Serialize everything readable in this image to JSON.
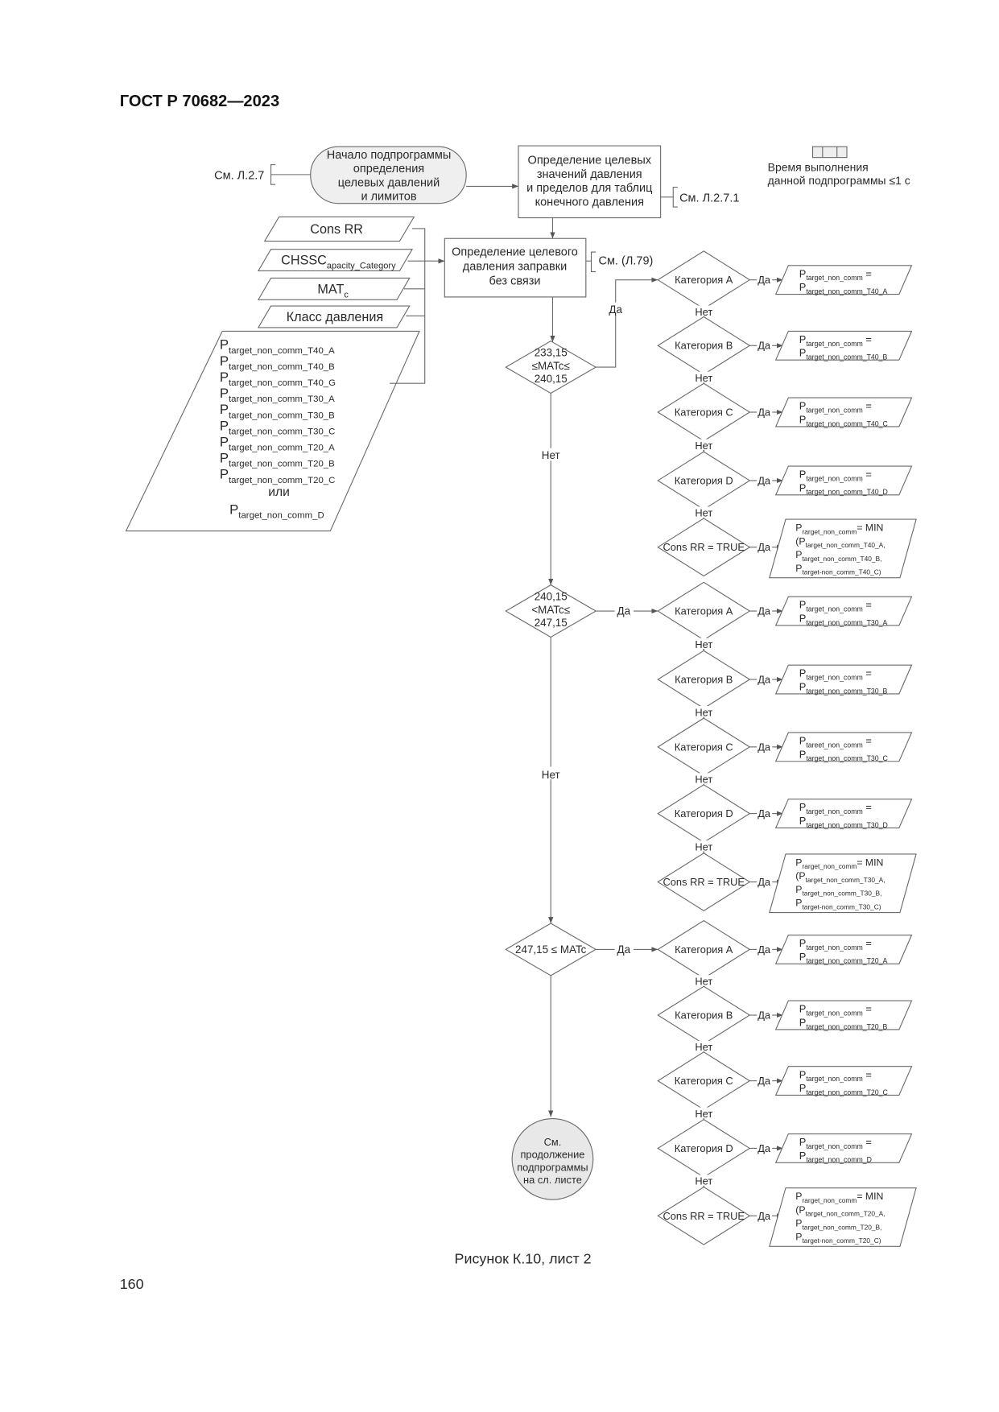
{
  "header": {
    "title": "ГОСТ Р 70682—2023"
  },
  "start": {
    "lines": [
      "Начало подпрограммы",
      "определения",
      "целевых давлений",
      "и лимитов"
    ],
    "ref": "См. Л.2.7"
  },
  "box1": {
    "lines": [
      "Определение целевых",
      "значений давления",
      "и пределов для таблиц",
      "конечного давления"
    ],
    "ref": "См. Л.2.7.1"
  },
  "legend": {
    "lines": [
      "Время выполнения",
      "данной подпрограммы ≤1 с"
    ]
  },
  "box2": {
    "lines": [
      "Определение целевого",
      "давления заправки",
      "без связи"
    ],
    "ref": "См. (Л.79)"
  },
  "inputs": [
    [
      {
        "t": "Cons RR"
      }
    ],
    [
      {
        "t": "CHSSC"
      },
      {
        "s": "apacity_Category"
      }
    ],
    [
      {
        "t": "MAT"
      },
      {
        "s": "c"
      }
    ],
    [
      {
        "t": "Класс давления"
      }
    ]
  ],
  "param_list": {
    "items": [
      [
        {
          "t": "P"
        },
        {
          "s": "target_non_comm_T40_A"
        }
      ],
      [
        {
          "t": "P"
        },
        {
          "s": "target_non_comm_T40_B"
        }
      ],
      [
        {
          "t": "P"
        },
        {
          "s": "target_non_comm_T40_G"
        }
      ],
      [
        {
          "t": "P"
        },
        {
          "s": "target_non_comm_T30_A"
        }
      ],
      [
        {
          "t": "P"
        },
        {
          "s": "target_non_comm_T30_B"
        }
      ],
      [
        {
          "t": "P"
        },
        {
          "s": "target_non_comm_T30_C"
        }
      ],
      [
        {
          "t": "P"
        },
        {
          "s": "target_non_comm_T20_A"
        }
      ],
      [
        {
          "t": "P"
        },
        {
          "s": "target_non_comm_T20_B"
        }
      ],
      [
        {
          "t": "P"
        },
        {
          "s": "target_non_comm_T20_C"
        }
      ]
    ],
    "or": "или",
    "last": [
      {
        "t": "P"
      },
      {
        "s": "target_non_comm_D"
      }
    ]
  },
  "labels": {
    "yes": "Да",
    "no": "Нет"
  },
  "range_checks": [
    {
      "lines": [
        "233,15",
        "≤MATc≤",
        "240,15"
      ]
    },
    {
      "lines": [
        "240,15",
        "<MATc≤",
        "247,15"
      ]
    },
    {
      "lines": [
        "247,15 ≤ MATc"
      ]
    }
  ],
  "groups": [
    {
      "decisions": [
        "Категория A",
        "Категория B",
        "Категория C",
        "Категория D",
        "Cons RR = TRUE"
      ],
      "outputs": [
        [
          [
            {
              "t": "P"
            },
            {
              "s": "target_non_comm"
            },
            {
              "t": " ="
            }
          ],
          [
            {
              "t": "P"
            },
            {
              "s": "target_non_comm_T40_A"
            }
          ]
        ],
        [
          [
            {
              "t": "P"
            },
            {
              "s": "target_non_comm"
            },
            {
              "t": " ="
            }
          ],
          [
            {
              "t": "P"
            },
            {
              "s": "target_non_comm_T40_B"
            }
          ]
        ],
        [
          [
            {
              "t": "P"
            },
            {
              "s": "target_non_comm"
            },
            {
              "t": " ="
            }
          ],
          [
            {
              "t": "P"
            },
            {
              "s": "target_non_comm_T40_C"
            }
          ]
        ],
        [
          [
            {
              "t": "P"
            },
            {
              "s": "target_non_comm"
            },
            {
              "t": " ="
            }
          ],
          [
            {
              "t": "P"
            },
            {
              "s": "target_non_comm_T40_D"
            }
          ]
        ],
        [
          [
            {
              "t": "P"
            },
            {
              "s": "rarget_non_comm"
            },
            {
              "t": "= MIN"
            }
          ],
          [
            {
              "t": "(P"
            },
            {
              "s": "target_non_comm_T40_A,"
            }
          ],
          [
            {
              "t": "P"
            },
            {
              "s": "target_non_comm_T40_B,"
            }
          ],
          [
            {
              "t": "P"
            },
            {
              "s": "target-non_comm_T40_C)"
            }
          ]
        ]
      ]
    },
    {
      "decisions": [
        "Категория A",
        "Категория B",
        "Категория C",
        "Категория D",
        "Cons RR = TRUE"
      ],
      "outputs": [
        [
          [
            {
              "t": "P"
            },
            {
              "s": "target_non_comm"
            },
            {
              "t": " ="
            }
          ],
          [
            {
              "t": "P"
            },
            {
              "s": "target_non_comm_T30_A"
            }
          ]
        ],
        [
          [
            {
              "t": "P"
            },
            {
              "s": "target_non_comm"
            },
            {
              "t": " ="
            }
          ],
          [
            {
              "t": "P"
            },
            {
              "s": "target_non_comm_T30_B"
            }
          ]
        ],
        [
          [
            {
              "t": "P"
            },
            {
              "s": "tareet_non_comm"
            },
            {
              "t": " ="
            }
          ],
          [
            {
              "t": "P"
            },
            {
              "s": "target_non_comm_T30_C"
            }
          ]
        ],
        [
          [
            {
              "t": "P"
            },
            {
              "s": "target_non_comm"
            },
            {
              "t": " ="
            }
          ],
          [
            {
              "t": "P"
            },
            {
              "s": "target_non_comm_T30_D"
            }
          ]
        ],
        [
          [
            {
              "t": "P"
            },
            {
              "s": "rarget_non_comm"
            },
            {
              "t": "= MIN"
            }
          ],
          [
            {
              "t": "(P"
            },
            {
              "s": "target_non_comm_T30_A,"
            }
          ],
          [
            {
              "t": "P"
            },
            {
              "s": "target_non_comm_T30_B,"
            }
          ],
          [
            {
              "t": "P"
            },
            {
              "s": "target-non_comm_T30_C)"
            }
          ]
        ]
      ]
    },
    {
      "decisions": [
        "Категория A",
        "Категория B",
        "Категория C",
        "Категория D",
        "Cons RR = TRUE"
      ],
      "outputs": [
        [
          [
            {
              "t": "P"
            },
            {
              "s": "target_non_comm"
            },
            {
              "t": " ="
            }
          ],
          [
            {
              "t": "P"
            },
            {
              "s": "target_non_comm_T20_A"
            }
          ]
        ],
        [
          [
            {
              "t": "P"
            },
            {
              "s": "target_non_comm"
            },
            {
              "t": " ="
            }
          ],
          [
            {
              "t": "P"
            },
            {
              "s": "target_non_comm_T20_B"
            }
          ]
        ],
        [
          [
            {
              "t": "P"
            },
            {
              "s": "target_non_comm"
            },
            {
              "t": " ="
            }
          ],
          [
            {
              "t": "P"
            },
            {
              "s": "target_non_comm_T20_C"
            }
          ]
        ],
        [
          [
            {
              "t": "P"
            },
            {
              "s": "target_non_comm"
            },
            {
              "t": " ="
            }
          ],
          [
            {
              "t": "P"
            },
            {
              "s": "target_non_comm_D"
            }
          ]
        ],
        [
          [
            {
              "t": "P"
            },
            {
              "s": "rarget_non_comm"
            },
            {
              "t": "= MIN"
            }
          ],
          [
            {
              "t": "(P"
            },
            {
              "s": "target_non_comm_T20_A,"
            }
          ],
          [
            {
              "t": "P"
            },
            {
              "s": "target_non_comm_T20_B,"
            }
          ],
          [
            {
              "t": "P"
            },
            {
              "s": "target-non_comm_T20_C)"
            }
          ]
        ]
      ]
    }
  ],
  "continuation": {
    "lines": [
      "См.",
      "продолжение",
      "подпрограммы",
      "на сл. листе"
    ]
  },
  "caption": "Рисунок К.10, лист 2",
  "page_number": "160"
}
